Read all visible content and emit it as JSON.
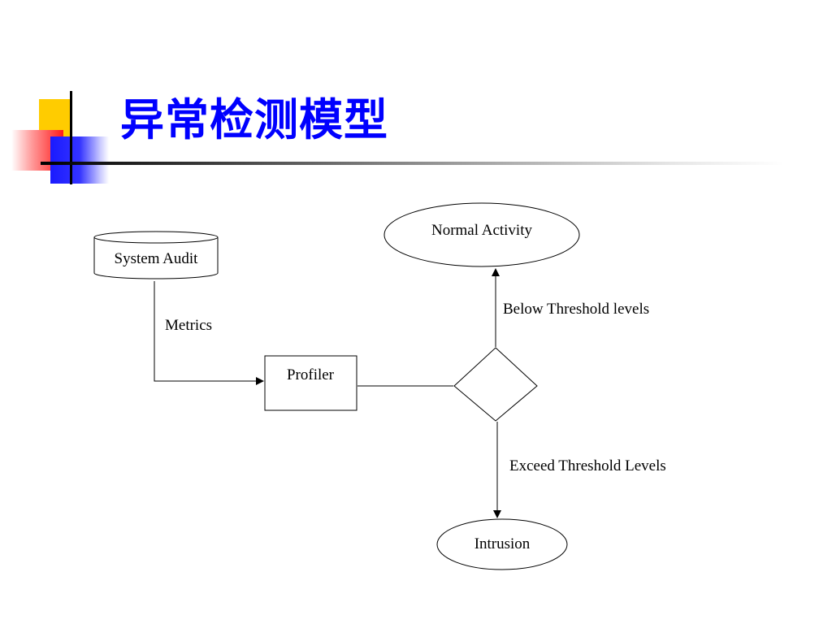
{
  "slide": {
    "title": "异常检测模型"
  },
  "diagram": {
    "nodes": {
      "system_audit": "System Audit",
      "profiler": "Profiler",
      "normal_activity": "Normal Activity",
      "intrusion": "Intrusion"
    },
    "edge_labels": {
      "metrics": "Metrics",
      "below_threshold": "Below Threshold levels",
      "exceed_threshold": "Exceed Threshold Levels"
    }
  }
}
